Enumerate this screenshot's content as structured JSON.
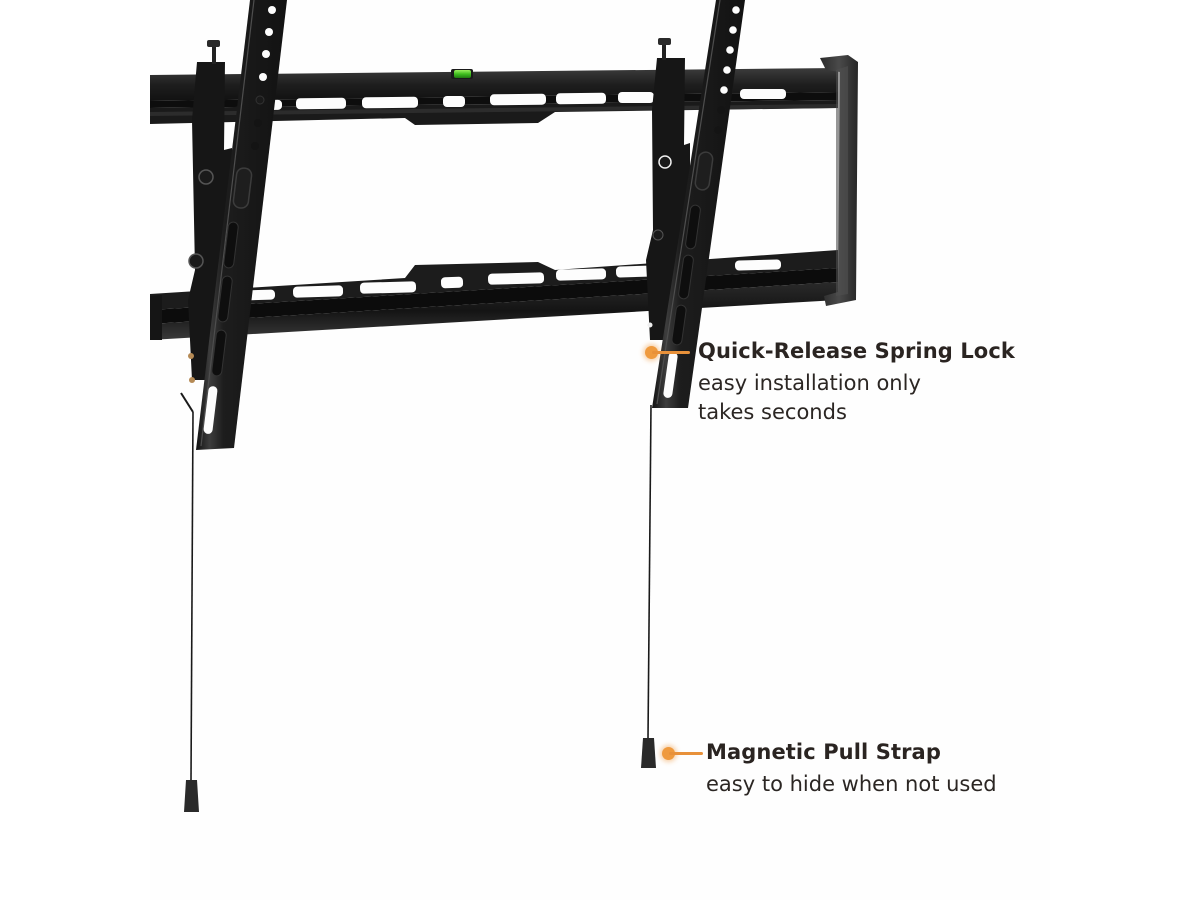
{
  "product": {
    "subject": "Tilting TV wall mount bracket",
    "colors": {
      "metal": "#1c1c1c",
      "metal_highlight": "#3a3a3a",
      "accent": "#ef9a3e",
      "bubble_level": "#5ad12a",
      "text": "#2a2421",
      "background": "#ffffff"
    }
  },
  "callouts": [
    {
      "title": "Quick-Release Spring Lock",
      "lines": [
        "easy installation only",
        "takes seconds"
      ]
    },
    {
      "title": "Magnetic Pull Strap",
      "lines": [
        "easy to hide when not used"
      ]
    }
  ],
  "icons": {
    "bubble_level": "bubble-level-icon",
    "leader_dot": "leader-dot-icon"
  }
}
